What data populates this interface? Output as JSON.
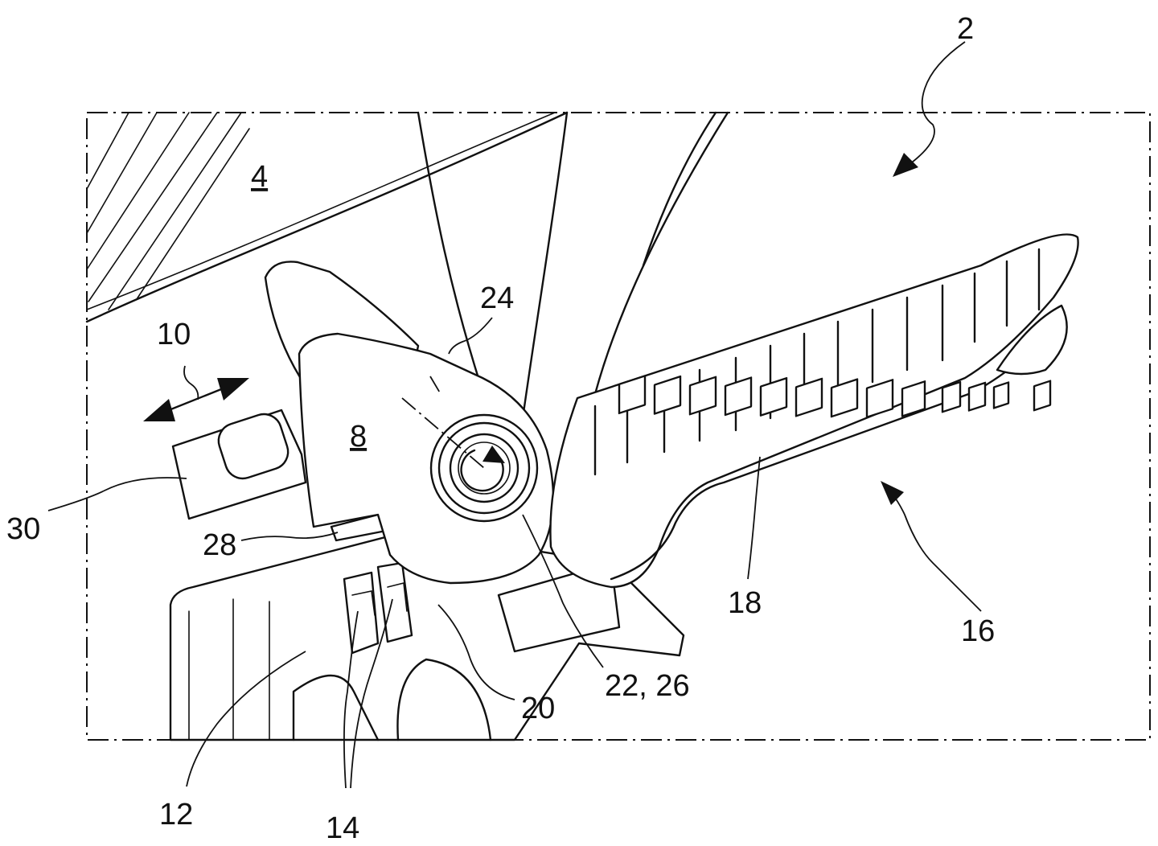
{
  "figure": {
    "reference_numerals": {
      "n2": "2",
      "n4": "4",
      "n8": "8",
      "n10": "10",
      "n12": "12",
      "n14": "14",
      "n16": "16",
      "n18": "18",
      "n20": "20",
      "n22_26": "22, 26",
      "n24": "24",
      "n28": "28",
      "n30": "30"
    },
    "line_color": "#111111",
    "background_color": "#ffffff"
  }
}
